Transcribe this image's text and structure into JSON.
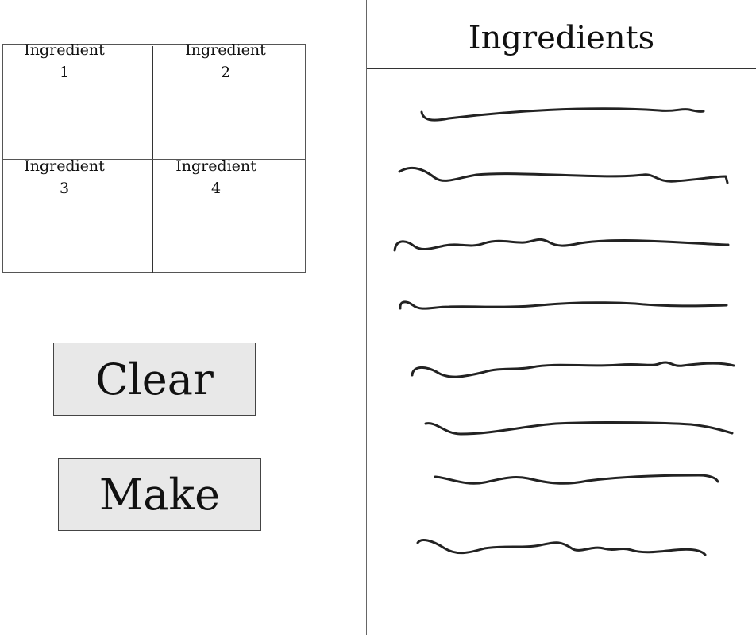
{
  "grid": {
    "slots": [
      {
        "label": "Ingredient",
        "number": "1"
      },
      {
        "label": "Ingredient",
        "number": "2"
      },
      {
        "label": "Ingredient",
        "number": "3"
      },
      {
        "label": "Ingredient",
        "number": "4"
      }
    ]
  },
  "buttons": {
    "clear_label": "Clear",
    "make_label": "Make"
  },
  "panel": {
    "title": "Ingredients"
  }
}
